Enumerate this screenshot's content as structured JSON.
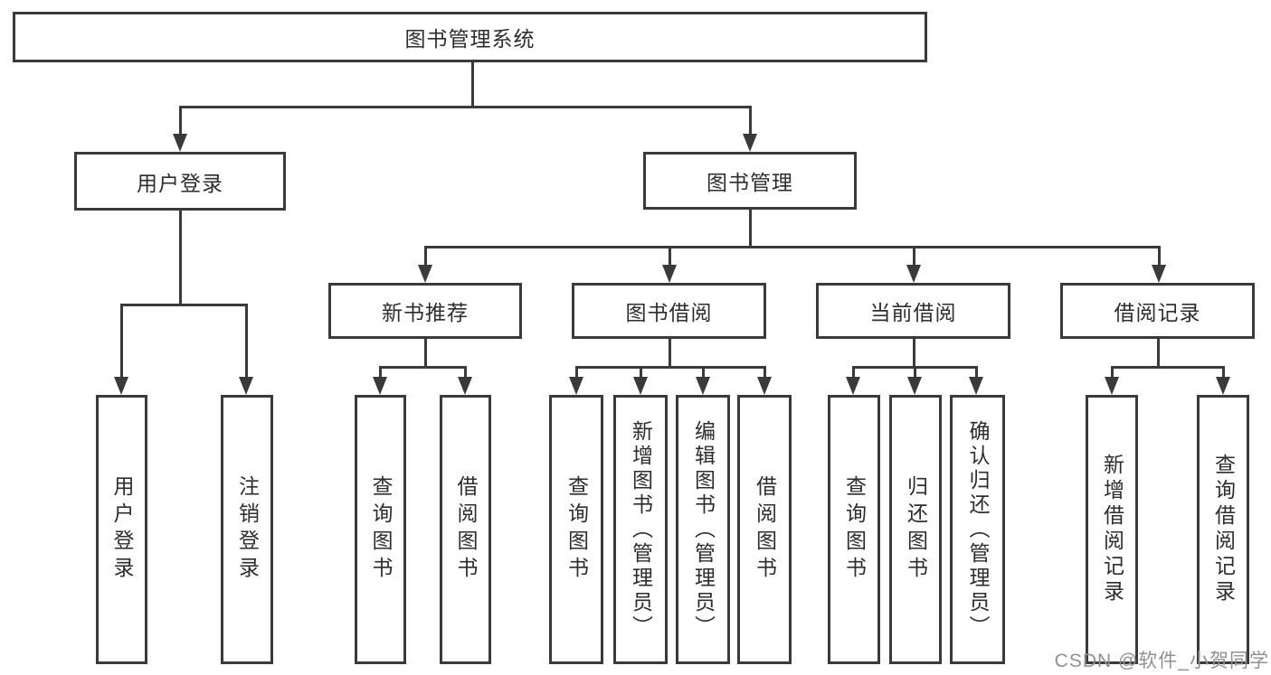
{
  "diagram": {
    "type": "tree",
    "tree": {
      "图书管理系统": [
        "用户登录",
        "图书管理"
      ],
      "用户登录": [
        "用户登录",
        "注销登录"
      ],
      "图书管理": [
        "新书推荐",
        "图书借阅",
        "当前借阅",
        "借阅记录"
      ],
      "新书推荐": [
        "查询图书",
        "借阅图书"
      ],
      "图书借阅": [
        "查询图书",
        "新增图书（管理员）",
        "编辑图书（管理员）",
        "借阅图书"
      ],
      "当前借阅": [
        "查询图书",
        "归还图书",
        "确认归还（管理员）"
      ],
      "借阅记录": [
        "新增借阅记录",
        "查询借阅记录"
      ]
    }
  },
  "nodes": {
    "root": "图书管理系统",
    "level2": [
      "用户登录",
      "图书管理"
    ],
    "level3": [
      "新书推荐",
      "图书借阅",
      "当前借阅",
      "借阅记录"
    ],
    "leaves": [
      "用户登录",
      "注销登录",
      "查询图书",
      "借阅图书",
      "查询图书",
      "新增图书（管理员）",
      "编辑图书（管理员）",
      "借阅图书",
      "查询图书",
      "归还图书",
      "确认归还（管理员）",
      "新增借阅记录",
      "查询借阅记录"
    ]
  },
  "watermark": {
    "text": "CSDN @软件_小贺同学"
  },
  "colors": {
    "background": "#ffffff",
    "box_border": "#3a3a3a",
    "line": "#3a3a3a",
    "text": "#2d2d2d",
    "watermark": "#8f9092"
  }
}
